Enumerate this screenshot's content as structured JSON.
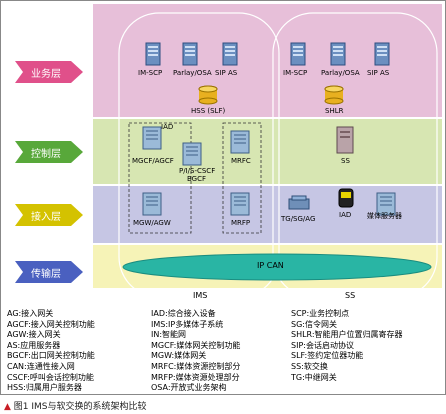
{
  "layers": {
    "app": "业务层",
    "ctl": "控制层",
    "acc": "接入层",
    "tra": "传输层"
  },
  "labels": {
    "ims_scp": "IM-SCP",
    "parlay": "Parlay/OSA",
    "sip_as_l": "SIP AS",
    "scp": "IM-SCP",
    "parlay_r": "Parlay/OSA",
    "sip_as_r": "SIP AS",
    "hss": "HSS (SLF)",
    "shlr": "SHLR",
    "iad": "IAD",
    "mgcf": "MGCF/AGCF",
    "pics": "P/I/S-CSCF",
    "bgcf": "BGCF",
    "mrfc": "MRFC",
    "ss": "SS",
    "mgw": "MGW/AGW",
    "mrfp": "MRFP",
    "tg": "TG/SG/AG",
    "iad2": "IAD",
    "media": "媒体服务器",
    "ipcan": "IP CAN",
    "ims": "IMS",
    "ss2": "SS"
  },
  "legend": {
    "col1": [
      "AG:接入网关",
      "AGCF:接入网关控制功能",
      "AGW:接入网关",
      "AS:应用服务器",
      "BGCF:出口网关控制功能",
      "CAN:连通性接入网",
      "CSCF:呼叫会话控制功能",
      "HSS:归属用户服务器"
    ],
    "col2": [
      "IAD:综合接入设备",
      "IMS:IP多媒体子系统",
      "IN:智能网",
      "MGCF:媒体网关控制功能",
      "MGW:媒体网关",
      "MRFC:媒体资源控制部分",
      "MRFP:媒体资源处理部分",
      "OSA:开放式业务架构"
    ],
    "col3": [
      "SCP:业务控制点",
      "SG:信令网关",
      "SHLR:智能用户位置归属寄存器",
      "SIP:会话启动协议",
      "SLF:签约定位器功能",
      "SS:软交换",
      "TG:中继网关"
    ]
  },
  "caption": {
    "marker": "▲",
    "text": "图1 IMS与软交换的系统架构比较"
  },
  "colors": {
    "app_layer": "#e7bfd9",
    "ctl_layer": "#d7e6b2",
    "acc_layer": "#c6c6e4",
    "tra_layer": "#f6f3b7",
    "arrow_red": "#e0508a",
    "arrow_green": "#58a83a",
    "arrow_yellow": "#d4c200",
    "arrow_blue": "#4a60c0",
    "ipcan_ellipse": "#29b5a4"
  }
}
